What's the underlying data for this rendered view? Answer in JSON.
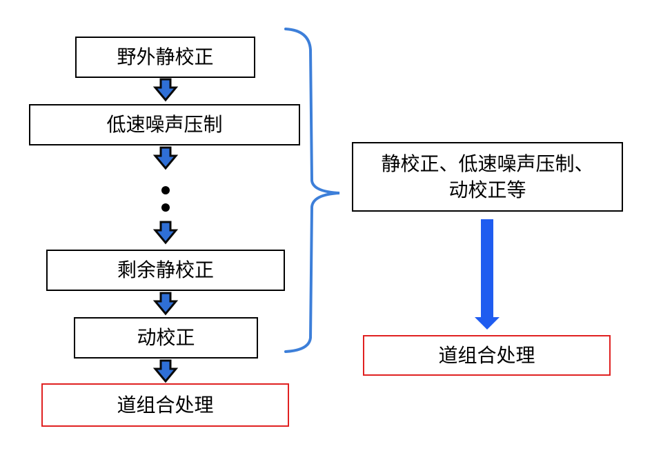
{
  "colors": {
    "box_border": "#000000",
    "result_border": "#e02020",
    "arrow_fill": "#2f6fd6",
    "arrow_outline": "#0a0a0a",
    "big_arrow": "#1f5cf0",
    "brace": "#3d7fd9"
  },
  "left_flow": {
    "steps": [
      {
        "label": "野外静校正"
      },
      {
        "label": "低速噪声压制"
      },
      {
        "label": "剩余静校正"
      },
      {
        "label": "动校正"
      }
    ],
    "ellipsis": "···",
    "result": {
      "label": "道组合处理"
    }
  },
  "right_flow": {
    "summary_line1": "静校正、低速噪声压制、",
    "summary_line2": "动校正等",
    "result": {
      "label": "道组合处理"
    }
  }
}
